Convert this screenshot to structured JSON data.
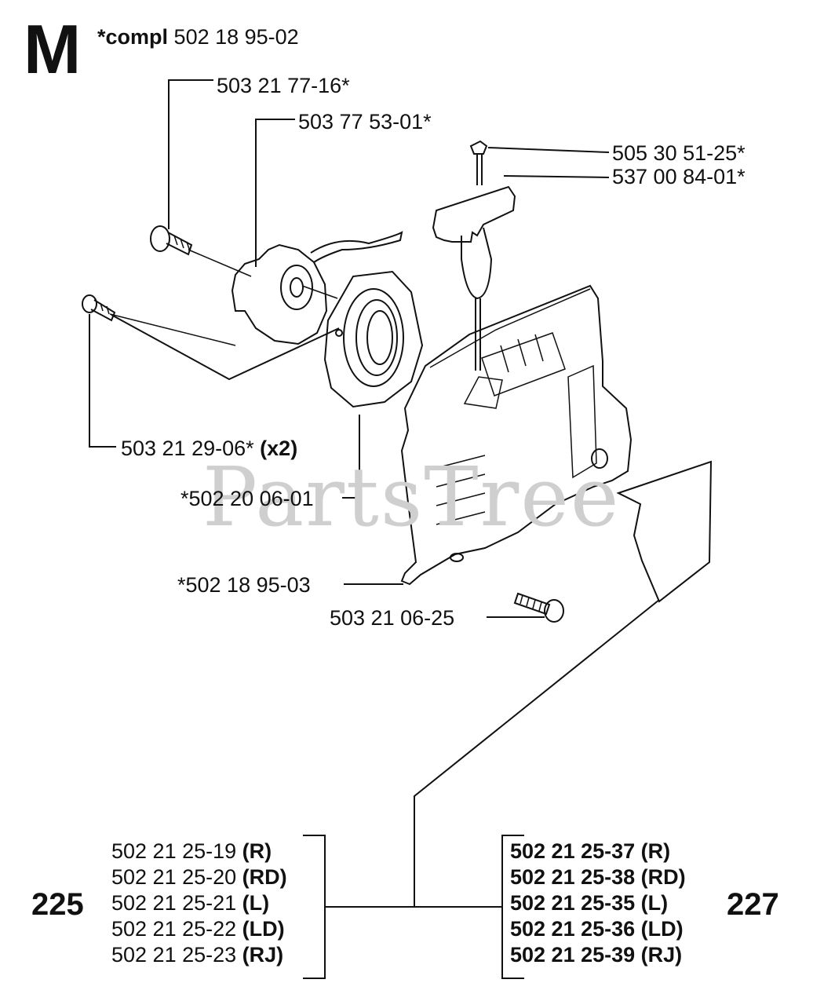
{
  "section_letter": "M",
  "complete_assembly": {
    "prefix": "*compl",
    "number": "502 18 95-02"
  },
  "watermark": "PartsTree",
  "callouts": {
    "bolt_top": "503 21 77-16*",
    "pulley": "503 77 53-01*",
    "rope_ring": "505 30 51-25*",
    "handle": "537 00 84-01*",
    "screws": {
      "number": "503 21 29-06*",
      "qty": "(x2)"
    },
    "spring_cassette": "*502 20 06-01",
    "cover": "*502 18 95-03",
    "cover_screw": "503 21 06-25"
  },
  "models": {
    "left": "225",
    "right": "227"
  },
  "left_list": [
    {
      "num": "502 21 25-19",
      "code": "(R)"
    },
    {
      "num": "502 21 25-20",
      "code": "(RD)"
    },
    {
      "num": "502 21 25-21",
      "code": "(L)"
    },
    {
      "num": "502 21 25-22",
      "code": "(LD)"
    },
    {
      "num": "502 21 25-23",
      "code": "(RJ)"
    }
  ],
  "right_list": [
    {
      "num": "502 21 25-37",
      "code": "(R)"
    },
    {
      "num": "502 21 25-38",
      "code": "(RD)"
    },
    {
      "num": "502 21 25-35",
      "code": "(L)"
    },
    {
      "num": "502 21 25-36",
      "code": "(LD)"
    },
    {
      "num": "502 21 25-39",
      "code": "(RJ)"
    }
  ]
}
